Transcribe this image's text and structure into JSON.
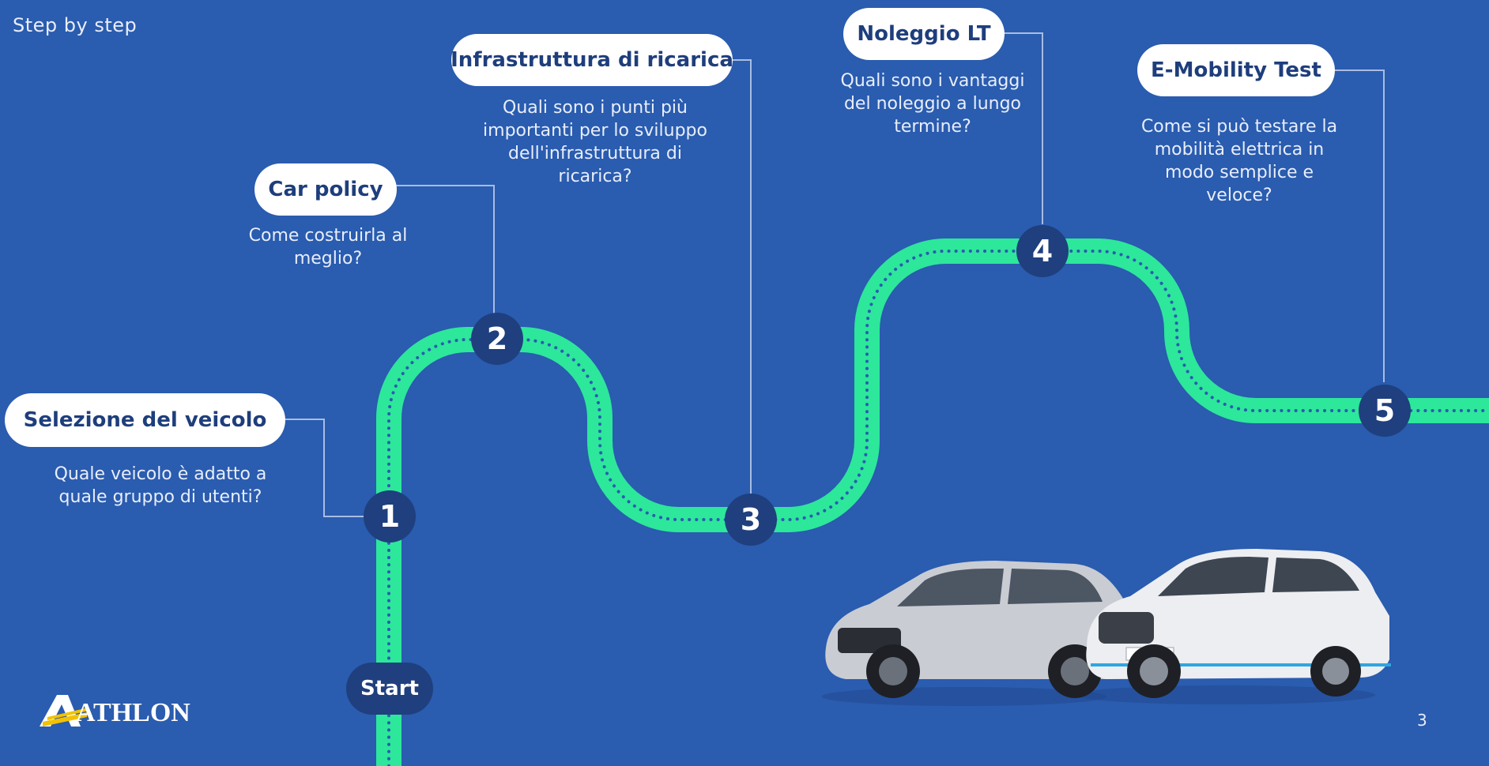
{
  "page_label": "Step by step",
  "steps": [
    {
      "number": "1",
      "title": "Selezione del veicolo",
      "description": "Quale veicolo è adatto a quale gruppo di utenti?"
    },
    {
      "number": "2",
      "title": "Car policy",
      "description": "Come costruirla al meglio?"
    },
    {
      "number": "3",
      "title": "Infrastruttura di ricarica",
      "description": "Quali sono i punti più importanti per lo sviluppo dell'infrastruttura di ricarica?"
    },
    {
      "number": "4",
      "title": "Noleggio LT",
      "description": "Quali sono i vantaggi del noleggio a lungo termine?"
    },
    {
      "number": "5",
      "title": "E-Mobility Test",
      "description": "Come si può testare la mobilità elettrica in modo semplice e veloce?"
    }
  ],
  "start_label": "Start",
  "logo": {
    "text": "ATHLON"
  },
  "page_number": "3",
  "colors": {
    "background": "#2a5caf",
    "road": "#2de79b",
    "dots": "#2a5caf",
    "step_circle": "#1f3f7e",
    "pill": "#ffffff",
    "pill_text": "#1e3e7c",
    "connector": "#a8bde3",
    "logo_yellow": "#f2c200"
  },
  "illustration": "two-white-suvs"
}
